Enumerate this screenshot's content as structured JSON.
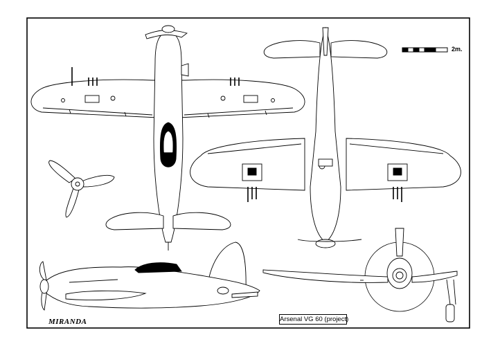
{
  "drawing": {
    "caption": "Arsenal VG 60 (project)",
    "scale_label": "2m.",
    "signature": "MIRANDA"
  }
}
